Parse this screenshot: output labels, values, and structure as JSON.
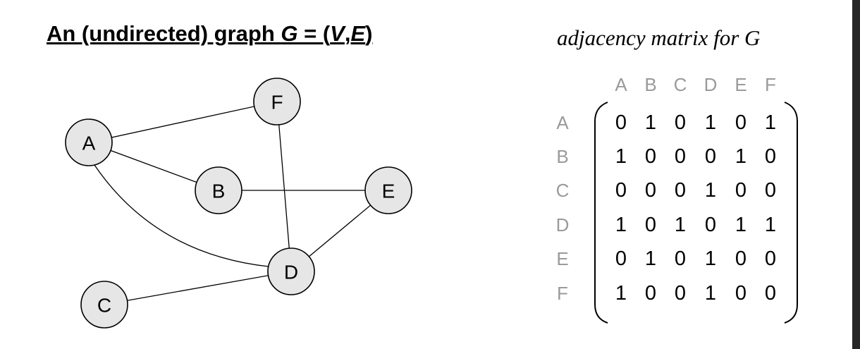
{
  "graph_title": {
    "prefix": "An (undirected) graph ",
    "g": "G",
    "mid": " = (",
    "v": "V",
    "comma": ",",
    "e": "E",
    "close": ")"
  },
  "matrix_title": "adjacency matrix for G",
  "nodes": [
    {
      "id": "A",
      "label": "A"
    },
    {
      "id": "B",
      "label": "B"
    },
    {
      "id": "C",
      "label": "C"
    },
    {
      "id": "D",
      "label": "D"
    },
    {
      "id": "E",
      "label": "E"
    },
    {
      "id": "F",
      "label": "F"
    }
  ],
  "edges": [
    [
      "A",
      "F"
    ],
    [
      "A",
      "B"
    ],
    [
      "A",
      "D"
    ],
    [
      "B",
      "E"
    ],
    [
      "F",
      "D"
    ],
    [
      "E",
      "D"
    ],
    [
      "C",
      "D"
    ]
  ],
  "matrix": {
    "col_labels": [
      "A",
      "B",
      "C",
      "D",
      "E",
      "F"
    ],
    "row_labels": [
      "A",
      "B",
      "C",
      "D",
      "E",
      "F"
    ],
    "rows": [
      [
        "0",
        "1",
        "0",
        "1",
        "0",
        "1"
      ],
      [
        "1",
        "0",
        "0",
        "0",
        "1",
        "0"
      ],
      [
        "0",
        "0",
        "0",
        "1",
        "0",
        "0"
      ],
      [
        "1",
        "0",
        "1",
        "0",
        "1",
        "1"
      ],
      [
        "0",
        "1",
        "0",
        "1",
        "0",
        "0"
      ],
      [
        "1",
        "0",
        "0",
        "1",
        "0",
        "0"
      ]
    ]
  },
  "colors": {
    "node_fill": "#e6e6e6",
    "header_gray": "#9a9a9a",
    "edge": "#000000"
  }
}
